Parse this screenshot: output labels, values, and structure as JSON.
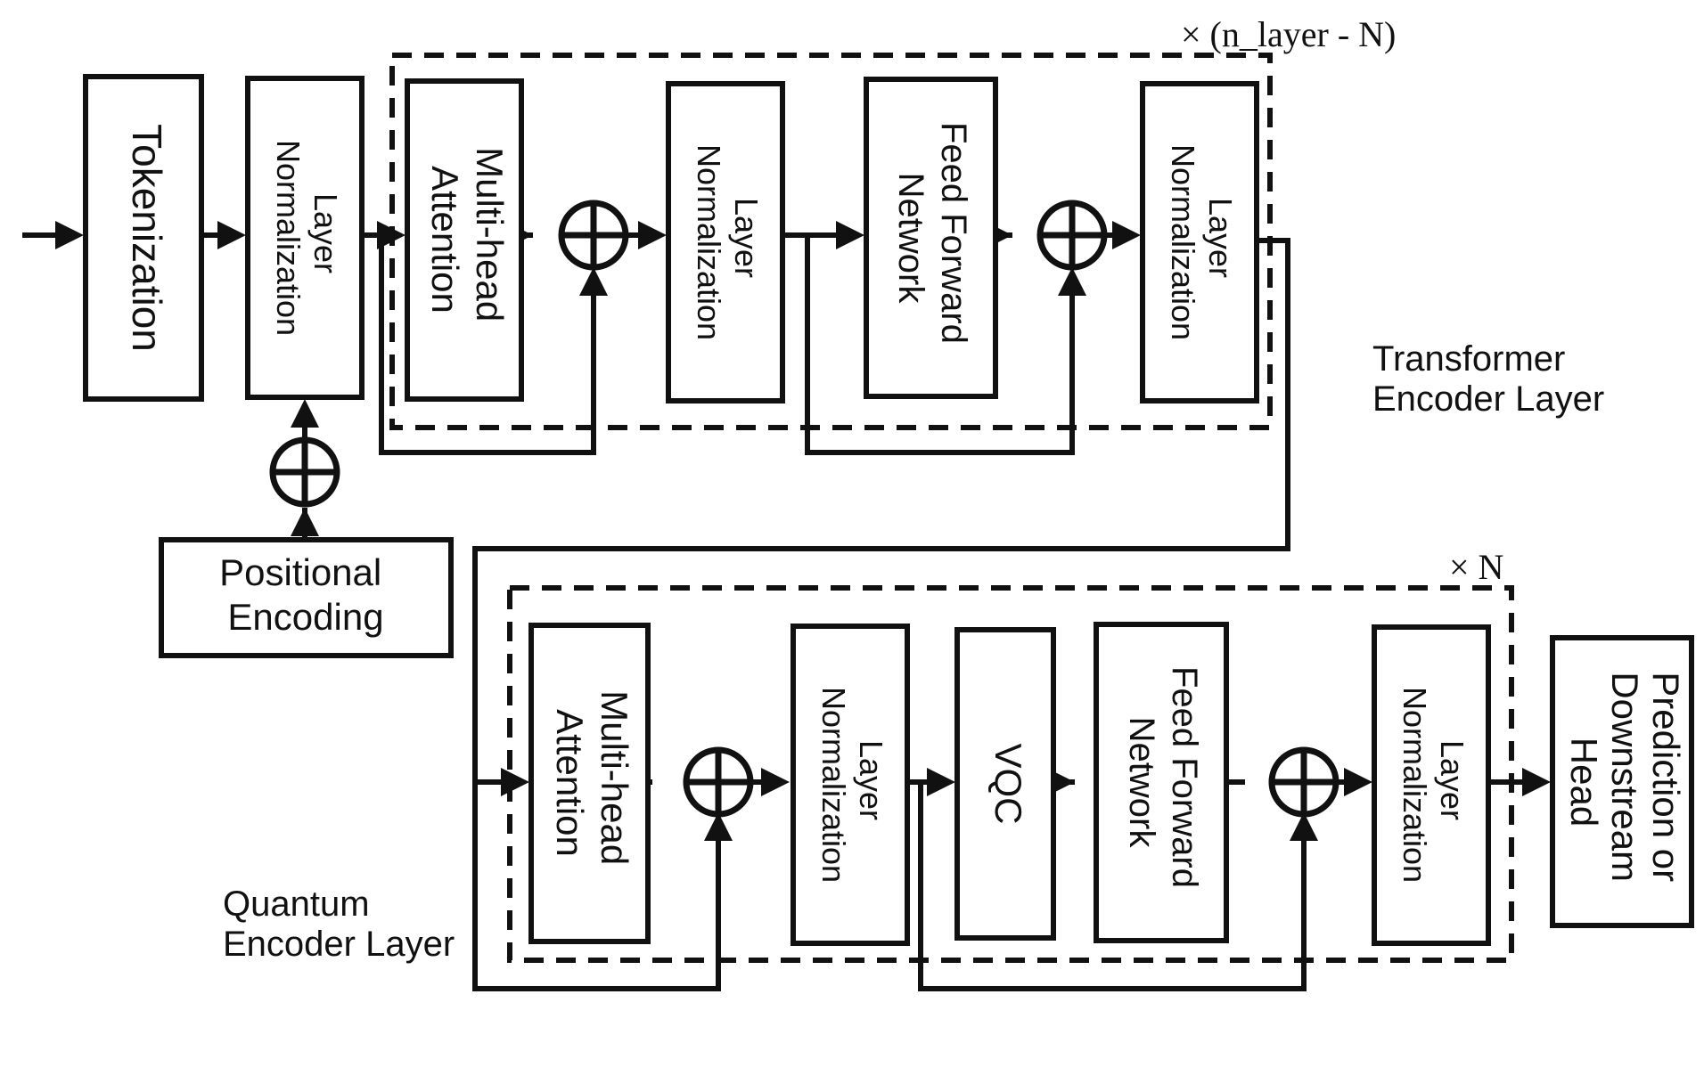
{
  "blocks": {
    "tokenization": "Tokenization",
    "layer_norm_1": [
      "Layer",
      "Normalization"
    ],
    "positional_encoding": [
      "Positional",
      "Encoding"
    ],
    "prediction_head": [
      "Prediction or",
      "Downstream",
      "Head"
    ]
  },
  "transformer_layer": {
    "caption": [
      "Transformer",
      "Encoder Layer"
    ],
    "repeat": "× (n_layer - N)",
    "attention": [
      "Multi-head",
      "Attention"
    ],
    "norm_a": [
      "Layer",
      "Normalization"
    ],
    "ffn": [
      "Feed Forward",
      "Network"
    ],
    "norm_b": [
      "Layer",
      "Normalization"
    ]
  },
  "quantum_layer": {
    "caption": [
      "Quantum",
      "Encoder Layer"
    ],
    "repeat": "× N",
    "attention": [
      "Multi-head",
      "Attention"
    ],
    "norm_a": [
      "Layer",
      "Normalization"
    ],
    "vqc": "VQC",
    "ffn": [
      "Feed Forward",
      "Network"
    ],
    "norm_b": [
      "Layer",
      "Normalization"
    ]
  },
  "icons": {
    "sum": "circled-plus-icon",
    "arrow": "arrowhead-icon"
  }
}
